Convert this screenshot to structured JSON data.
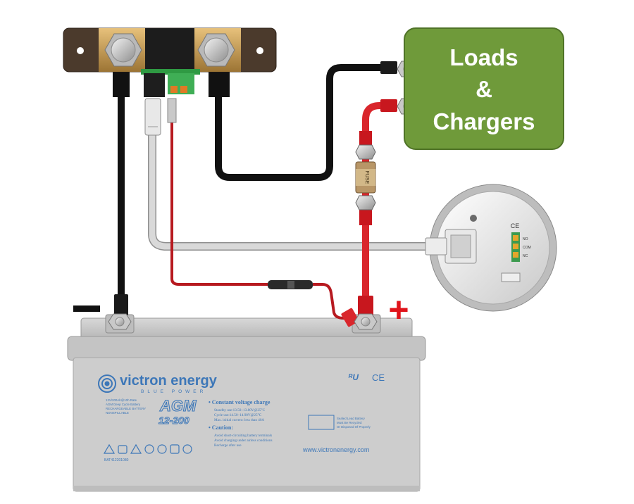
{
  "loads": {
    "line1": "Loads",
    "line2": "&",
    "line3": "Chargers"
  },
  "polarity": {
    "negative": "−",
    "positive": "+"
  },
  "fuse": {
    "label": "FUSE"
  },
  "monitor": {
    "ce": "CE",
    "terminals": [
      "NO",
      "COM",
      "NC"
    ]
  },
  "battery": {
    "brand": "victron energy",
    "tagline": "BLUE POWER",
    "type": "AGM",
    "model": "12-200",
    "spec_lines": [
      "12V/200Ah@10h Rate",
      "AGM Deep Cycle Battery",
      "RECHARGEABLE BATTERY",
      "NONSPILLABLE"
    ],
    "charge_title": "• Constant voltage charge",
    "charge_lines": [
      "Standby use:13.50~13.80V@25°C",
      "Cycle   use:14.50~14.90V@25°C",
      "Max. initial current: less than 40A"
    ],
    "caution_title": "• Caution:",
    "caution_lines": [
      "Avoid short-circuiting battery terminals",
      "Avoid charging under airless conditions",
      "Recharge after use"
    ],
    "recycle_lines": [
      "Sealed Lead Battery",
      "Must Be Recycled",
      "Or Disposed Of Properly"
    ],
    "cert": "CE",
    "serial": "BAT412201080",
    "website": "www.victronenergy.com"
  },
  "colors": {
    "neg_cable": "#111111",
    "pos_cable": "#d9262c",
    "sense_wire": "#c8171e",
    "data_cable": "#cfcfcf",
    "loads_box": "#6f9a3a",
    "battery_body": "#c9c9c9",
    "battery_label": "#3d77b8"
  },
  "icons": [
    "shunt-icon",
    "bolt-icon",
    "fuse-icon",
    "battery-monitor-icon",
    "battery-icon",
    "recycle-icon",
    "ul-mark-icon"
  ]
}
